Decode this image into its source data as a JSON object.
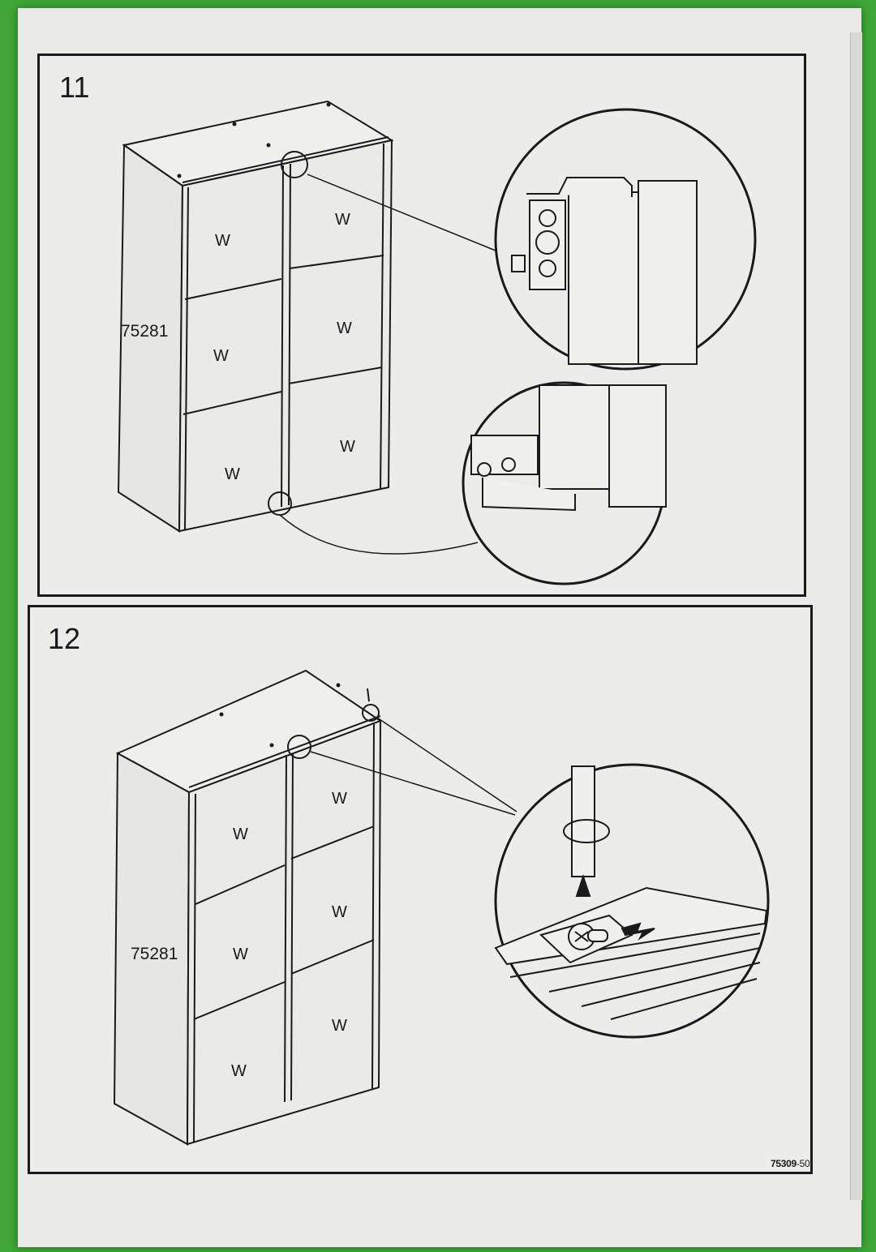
{
  "steps": [
    {
      "number": "11",
      "part_label": "75281",
      "panel_labels": [
        "W",
        "W",
        "W",
        "W",
        "W",
        "W"
      ]
    },
    {
      "number": "12",
      "part_label": "75281",
      "panel_labels": [
        "W",
        "W",
        "W",
        "W",
        "W",
        "W"
      ]
    }
  ],
  "document_code": {
    "main": "75309",
    "suffix": "-50"
  },
  "colors": {
    "background": "#3fa637",
    "paper": "#e9e9e7",
    "ink": "#1a1a1a"
  }
}
